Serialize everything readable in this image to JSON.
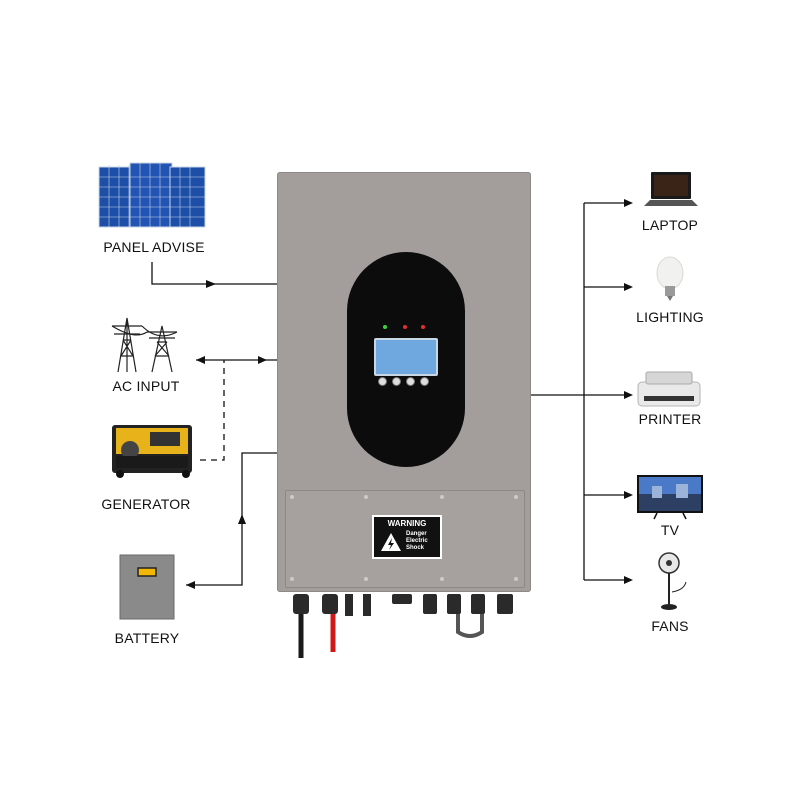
{
  "inputs": {
    "panel": "PANEL ADVISE",
    "ac_input": "AC INPUT",
    "generator": "GENERATOR",
    "battery": "BATTERY"
  },
  "outputs": {
    "laptop": "LAPTOP",
    "lighting": "LIGHTING",
    "printer": "PRINTER",
    "tv": "TV",
    "fans": "FANS"
  },
  "warning": {
    "title": "WARNING",
    "line1": "Danger",
    "line2": "Electric",
    "line3": "Shock"
  },
  "colors": {
    "inverter_body": "#a39e9b",
    "screen": "#0c0c0c",
    "lcd": "#6ea8de",
    "battery_body": "#8a8a8a",
    "battery_stripe": "#f2b705",
    "solar_panel": "#1d4fa8",
    "red_cable": "#d01818"
  }
}
